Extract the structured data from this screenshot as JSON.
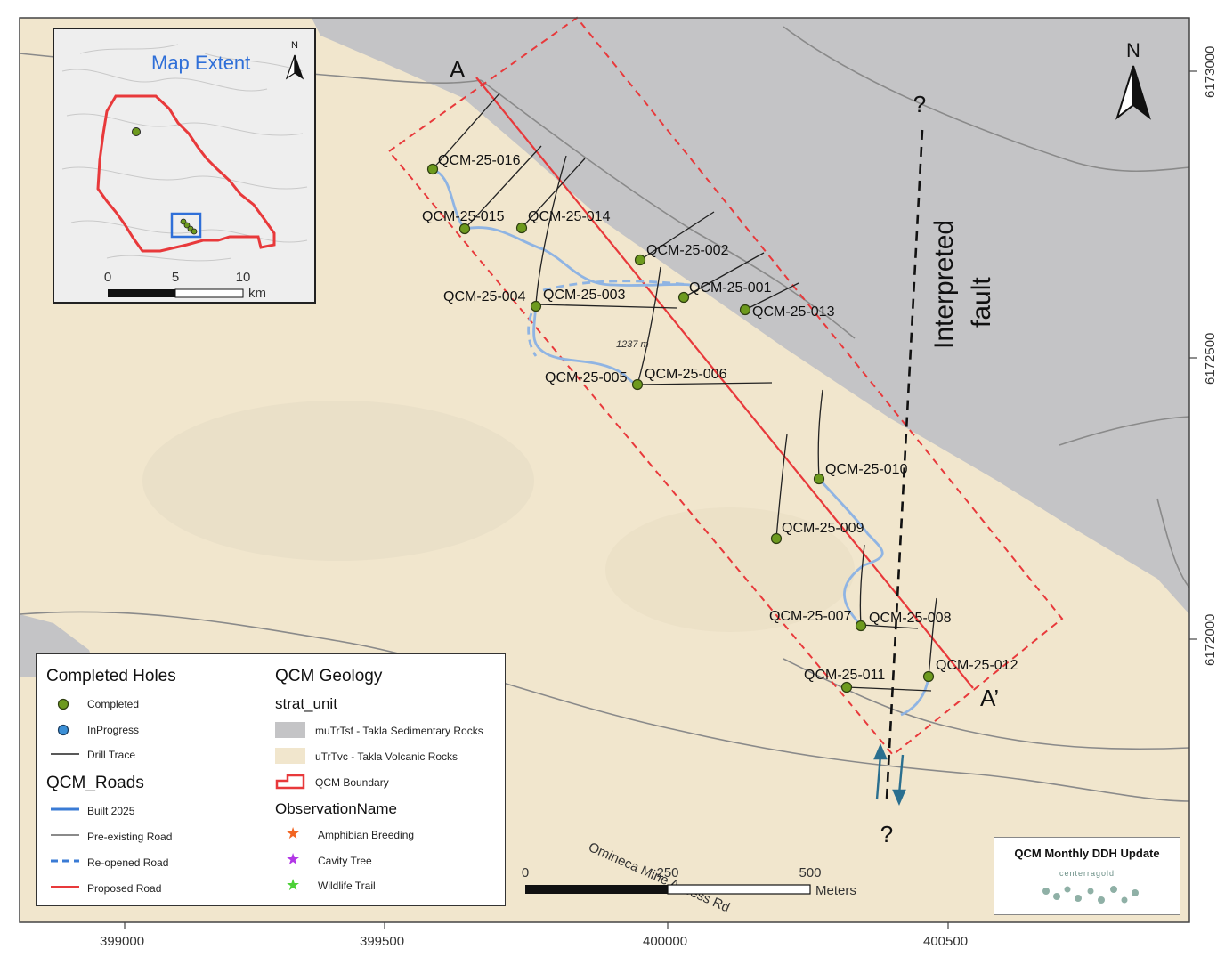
{
  "map": {
    "northing_labels": [
      "6173000",
      "6172500",
      "6172000"
    ],
    "easting_labels": [
      "399000",
      "399500",
      "400000",
      "400500"
    ],
    "north_label": "N",
    "section_start": "A",
    "section_end": "A’",
    "fault_label_line1": "Interpreted",
    "fault_label_line2": "fault",
    "question_top": "?",
    "question_bottom": "?",
    "road_distance_label": "1237 m",
    "road_name": "Omineca Mine Access Rd",
    "scale_ticks": [
      "0",
      "250",
      "500"
    ],
    "scale_unit": "Meters",
    "holes": [
      {
        "id": "QCM-25-016",
        "status": "Completed"
      },
      {
        "id": "QCM-25-015",
        "status": "Completed"
      },
      {
        "id": "QCM-25-014",
        "status": "Completed"
      },
      {
        "id": "QCM-25-002",
        "status": "Completed"
      },
      {
        "id": "QCM-25-001",
        "status": "Completed"
      },
      {
        "id": "QCM-25-013",
        "status": "Completed"
      },
      {
        "id": "QCM-25-004",
        "status": "Completed"
      },
      {
        "id": "QCM-25-003",
        "status": "Completed"
      },
      {
        "id": "QCM-25-005",
        "status": "Completed"
      },
      {
        "id": "QCM-25-006",
        "status": "Completed"
      },
      {
        "id": "QCM-25-010",
        "status": "Completed"
      },
      {
        "id": "QCM-25-009",
        "status": "Completed"
      },
      {
        "id": "QCM-25-007",
        "status": "Completed"
      },
      {
        "id": "QCM-25-008",
        "status": "Completed"
      },
      {
        "id": "QCM-25-011",
        "status": "Completed"
      },
      {
        "id": "QCM-25-012",
        "status": "Completed"
      }
    ]
  },
  "inset": {
    "title": "Map Extent",
    "north_label": "N",
    "scale_ticks": [
      "0",
      "5",
      "10"
    ],
    "scale_unit": "km"
  },
  "legend": {
    "holes_title": "Completed Holes",
    "holes_items": [
      "Completed",
      "InProgress",
      "Drill Trace"
    ],
    "roads_title": "QCM_Roads",
    "roads_items": [
      "Built 2025",
      "Pre-existing Road",
      "Re-opened Road",
      "Proposed Road"
    ],
    "geology_title": "QCM Geology",
    "geology_subtitle": "strat_unit",
    "geology_items": [
      "muTrTsf - Takla Sedimentary Rocks",
      "uTrTvc - Takla Volcanic Rocks",
      "QCM Boundary"
    ],
    "obs_title": "ObservationName",
    "obs_items": [
      "Amphibian Breeding",
      "Cavity Tree",
      "Wildlife Trail"
    ]
  },
  "logo_box": {
    "title": "QCM Monthly DDH Update",
    "brand": "centerragold"
  },
  "colors": {
    "volcanic": "#f1e6cd",
    "sedimentary": "#c4c4c6",
    "completed_hole": "#6d9a1e",
    "inprogress_hole": "#3b8fd6",
    "built_road": "#3a7bd5",
    "new_road": "#8fb4e3",
    "proposed_road": "#e8393b",
    "boundary": "#e8393b",
    "inset_extent": "#2f6fd8",
    "amphibian": "#f26522",
    "cavity": "#b237e6",
    "wildlife": "#4cd137"
  }
}
